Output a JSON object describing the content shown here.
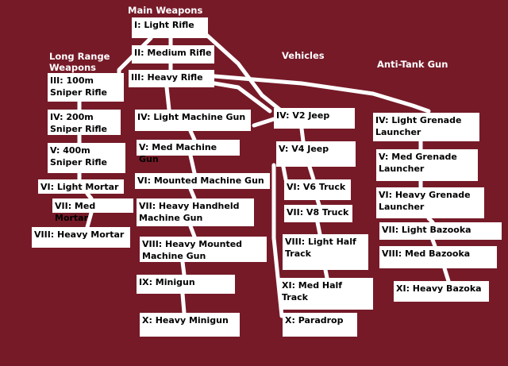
{
  "colors": {
    "background": "#761a28",
    "node_fill": "#ffffff",
    "node_text": "#000000",
    "header_text": "#ffffff",
    "connector": "#ffffff"
  },
  "headers": {
    "main": "Main Weapons",
    "long_range": "Long Range\nWeapons",
    "vehicles": "Vehicles",
    "anti_tank": "Anti-Tank Gun"
  },
  "nodes": {
    "light_rifle": "I: Light Rifle",
    "medium_rifle": "II: Medium Rifle",
    "heavy_rifle": "III: Heavy Rifle",
    "sniper_100": "III: 100m\nSniper Rifle",
    "sniper_200": "IV: 200m\nSniper Rifle",
    "sniper_400": "V: 400m\nSniper Rifle",
    "light_mortar": "VI: Light Mortar",
    "med_mortar": "VII: Med Mortar",
    "heavy_mortar": "VIII: Heavy Mortar",
    "light_mg": "IV: Light Machine Gun",
    "med_mg": "V: Med Machine Gun",
    "mounted_mg": "VI: Mounted Machine Gun",
    "heavy_handheld_mg": "VII: Heavy Handheld\nMachine Gun",
    "heavy_mounted_mg": "VIII: Heavy Mounted\nMachine Gun",
    "minigun": "IX: Minigun",
    "heavy_minigun": "X: Heavy Minigun",
    "v2_jeep": "IV: V2 Jeep",
    "v4_jeep": "V: V4 Jeep",
    "v6_truck": "VI: V6 Truck",
    "v8_truck": "VII: V8 Truck",
    "light_half_track": "VIII: Light Half\nTrack",
    "med_half_track": "XI: Med Half\nTrack",
    "paradrop": "X: Paradrop",
    "light_grenade": "IV: Light Grenade\nLauncher",
    "med_grenade": "V: Med Grenade\nLauncher",
    "heavy_grenade": "VI: Heavy Grenade\nLauncher",
    "light_bazooka": "VII: Light Bazooka",
    "med_bazooka": "VIII: Med Bazooka",
    "heavy_bazooka": "XI: Heavy Bazoka"
  }
}
